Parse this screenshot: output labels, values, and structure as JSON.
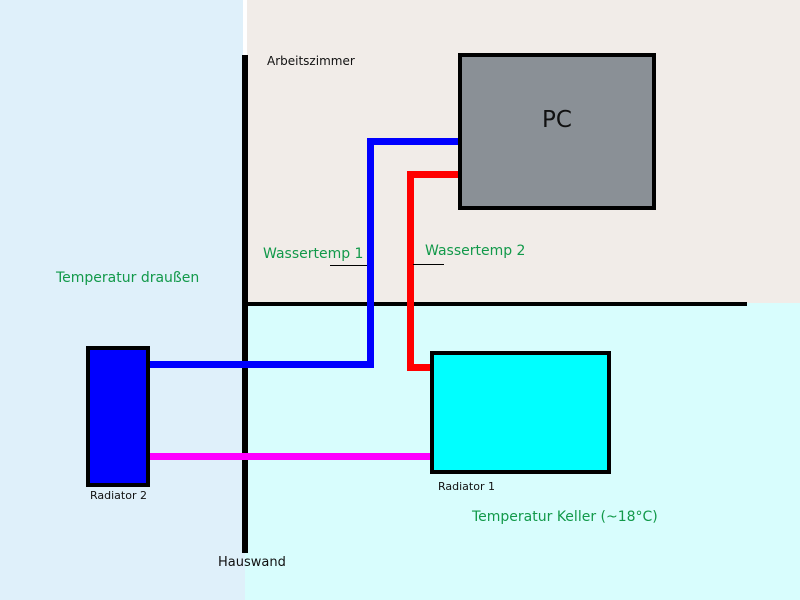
{
  "colors": {
    "outside_bg": "#dff0fa",
    "office_bg": "#f1ece8",
    "cellar_bg": "#d8fdfd",
    "wall": "#000000",
    "pc_fill": "#8a9096",
    "radiator1_fill": "#00ffff",
    "radiator2_fill": "#0000ff",
    "pipe_cold": "#0000ff",
    "pipe_hot": "#ff0000",
    "pipe_return": "#ff00ff",
    "sensor_label": "#12994a"
  },
  "labels": {
    "office": "Arbeitszimmer",
    "pc": "PC",
    "water_temp_1": "Wassertemp 1",
    "water_temp_2": "Wassertemp 2",
    "outside_temp": "Temperatur draußen",
    "radiator_1": "Radiator 1",
    "radiator_2": "Radiator 2",
    "cellar_temp": "Temperatur Keller (~18°C)",
    "wall": "Hauswand"
  }
}
